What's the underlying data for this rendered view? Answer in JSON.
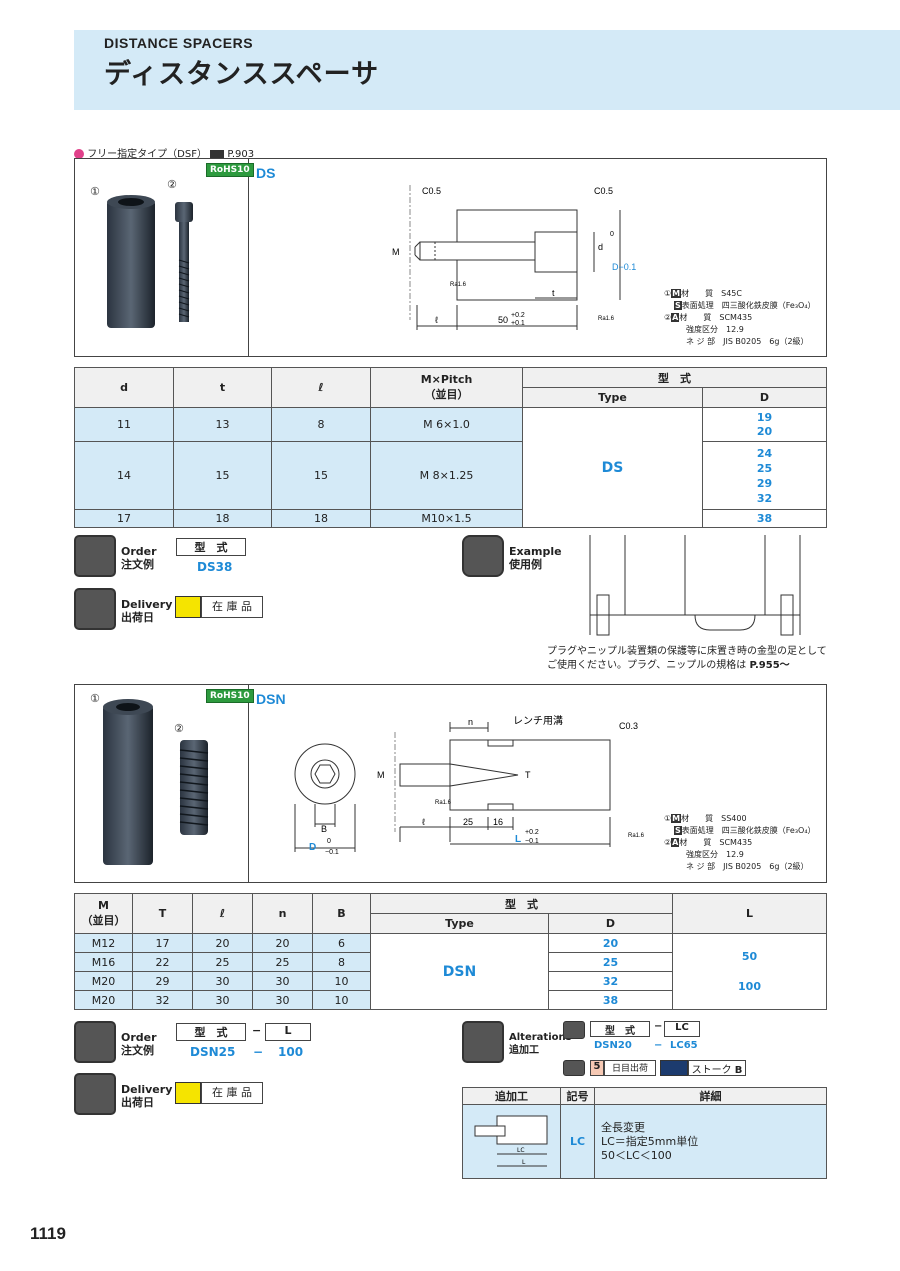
{
  "header": {
    "english": "DISTANCE  SPACERS",
    "japanese": "ディスタンススペーサ"
  },
  "free_note": {
    "text": "フリー指定タイプ（DSF）",
    "ref": "P.903"
  },
  "ds": {
    "rohs": "RoHS10",
    "name": "DS",
    "item1": "①",
    "item2": "②",
    "dims": {
      "c1": "C0.5",
      "c2": "C0.5",
      "m": "M",
      "d": "d",
      "dtol": "D−0.1",
      "d0": "0",
      "t": "t",
      "l": "ℓ",
      "len": "50",
      "tol_up": "+0.2",
      "tol_lo": "+0.1",
      "ra1": "Ra1.6",
      "ra2": "Ra1.6"
    },
    "materials": [
      {
        "no": "①",
        "code": "M",
        "label": "材　　質",
        "value": "S45C"
      },
      {
        "no": "",
        "code": "S",
        "label": "表面処理",
        "value": "四三酸化鉄皮膜（Fe₃O₄）"
      },
      {
        "no": "②",
        "code": "A",
        "label": "材　　質",
        "value": "SCM435"
      },
      {
        "no": "",
        "code": "",
        "label": "強度区分",
        "value": "12.9"
      },
      {
        "no": "",
        "code": "",
        "label": "ネ ジ 部",
        "value": "JIS B0205　6g（2級）"
      }
    ],
    "table": {
      "headers": [
        "d",
        "t",
        "ℓ",
        "M×Pitch\n（並目）",
        "型　式",
        "Type",
        "D"
      ],
      "h_mpitch1": "M×Pitch",
      "h_mpitch2": "（並目）",
      "type": "DS",
      "rows": [
        {
          "d": "11",
          "t": "13",
          "l": "8",
          "m": "M 6×1.0",
          "D": [
            "19",
            "20"
          ]
        },
        {
          "d": "14",
          "t": "15",
          "l": "15",
          "m": "M 8×1.25",
          "D": [
            "24",
            "25",
            "29",
            "32"
          ]
        },
        {
          "d": "17",
          "t": "18",
          "l": "18",
          "m": "M10×1.5",
          "D": [
            "38"
          ]
        }
      ]
    },
    "order": {
      "label_en": "Order",
      "label_jp": "注文例",
      "col": "型　式",
      "example": "DS38"
    },
    "delivery": {
      "label_en": "Delivery",
      "label_jp": "出荷日",
      "stock": "在 庫 品"
    },
    "example": {
      "label_en": "Example",
      "label_jp": "使用例",
      "note1": "プラグやニップル装置類の保護等に床置き時の金型の足として",
      "note2": "ご使用ください。プラグ、ニップルの規格は",
      "note_ref": "P.955〜"
    }
  },
  "dsn": {
    "rohs": "RoHS10",
    "name": "DSN",
    "item1": "①",
    "item2": "②",
    "dims": {
      "wrench": "レンチ用溝",
      "n": "n",
      "c": "C0.3",
      "m": "M",
      "t": "T",
      "b": "B",
      "d": "D",
      "d0": "0",
      "dtol": "−0.1",
      "l": "ℓ",
      "n25": "25",
      "n16": "16",
      "L": "L",
      "tol_up": "+0.2",
      "tol_lo": "−0.1",
      "ra1": "Ra1.6",
      "ra2": "Ra1.6"
    },
    "materials": [
      {
        "no": "①",
        "code": "M",
        "label": "材　　質",
        "value": "SS400"
      },
      {
        "no": "",
        "code": "S",
        "label": "表面処理",
        "value": "四三酸化鉄皮膜（Fe₃O₄）"
      },
      {
        "no": "②",
        "code": "A",
        "label": "材　　質",
        "value": "SCM435"
      },
      {
        "no": "",
        "code": "",
        "label": "強度区分",
        "value": "12.9"
      },
      {
        "no": "",
        "code": "",
        "label": "ネ ジ 部",
        "value": "JIS B0205　6g（2級）"
      }
    ],
    "table": {
      "h_m1": "M",
      "h_m2": "（並目）",
      "h_t": "T",
      "h_l": "ℓ",
      "h_n": "n",
      "h_b": "B",
      "h_kata": "型　式",
      "h_type": "Type",
      "h_d": "D",
      "h_L": "L",
      "type": "DSN",
      "L": [
        "50",
        "100"
      ],
      "rows": [
        {
          "m": "M12",
          "t": "17",
          "l": "20",
          "n": "20",
          "b": "6",
          "D": "20"
        },
        {
          "m": "M16",
          "t": "22",
          "l": "25",
          "n": "25",
          "b": "8",
          "D": "25"
        },
        {
          "m": "M20",
          "t": "29",
          "l": "30",
          "n": "30",
          "b": "10",
          "D": "32"
        },
        {
          "m": "M20",
          "t": "32",
          "l": "30",
          "n": "30",
          "b": "10",
          "D": "38"
        }
      ]
    },
    "order": {
      "label_en": "Order",
      "label_jp": "注文例",
      "col1": "型　式",
      "dash": "−",
      "col2": "L",
      "ex1": "DSN25",
      "ex2": "100"
    },
    "delivery": {
      "label_en": "Delivery",
      "label_jp": "出荷日",
      "stock": "在 庫 品"
    },
    "alterations": {
      "label_en": "Alterations",
      "label_jp": "追加工",
      "col1": "型　式",
      "dash": "−",
      "col2": "LC",
      "ex1": "DSN20",
      "ex2": "LC65",
      "days_num": "5",
      "days": "日目出荷",
      "stroke": "ストーク",
      "stroke_grade": "B",
      "table_headers": [
        "追加工",
        "記号",
        "詳細"
      ],
      "code": "LC",
      "detail": [
        "全長変更",
        "LC＝指定5mm単位",
        "50＜LC＜100"
      ],
      "fig_lc": "LC",
      "fig_l": "L"
    }
  },
  "page_number": "1119"
}
